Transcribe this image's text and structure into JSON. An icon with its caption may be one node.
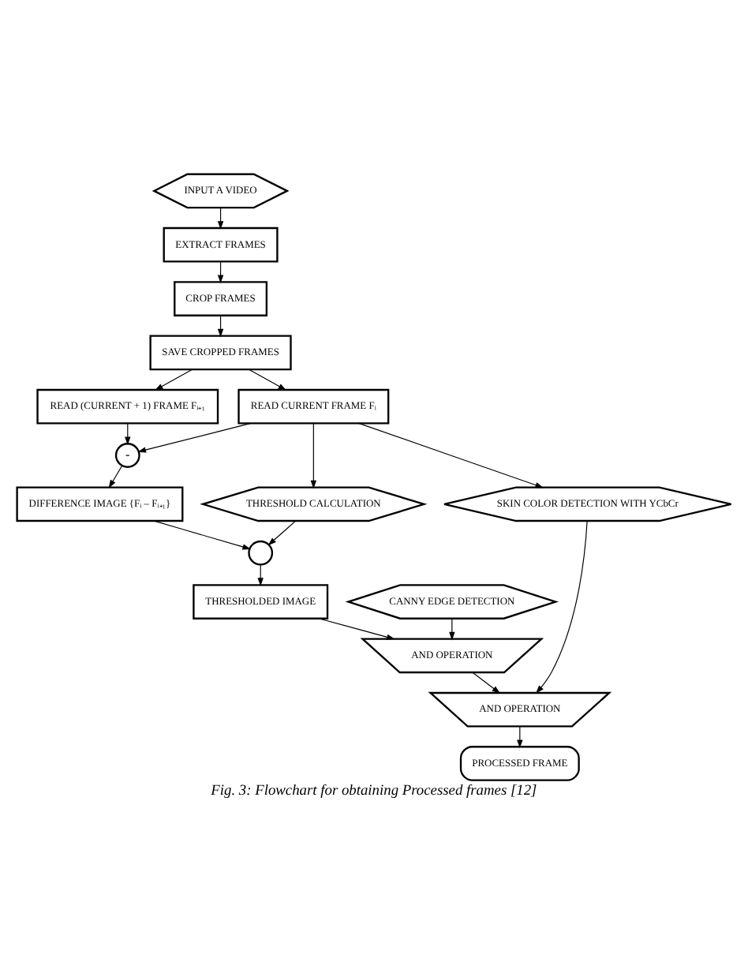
{
  "diagram": {
    "caption": "Fig. 3: Flowchart for obtaining Processed frames [12]",
    "nodes": [
      {
        "text": [
          "INPUT A VIDEO"
        ]
      },
      {
        "text": [
          "EXTRACT FRAMES"
        ]
      },
      {
        "text": [
          "CROP FRAMES"
        ]
      },
      {
        "text": [
          "SAVE CROPPED FRAMES"
        ]
      },
      {
        "text": [
          "READ CURRENT FRAME Fᵢ"
        ]
      },
      {
        "text": [
          "READ (CURRENT + 1) FRAME Fᵢ₊₁"
        ]
      },
      {
        "text": [
          "-"
        ]
      },
      {
        "text": [
          "THRESHOLD CALCULATION"
        ]
      },
      {
        "text": [
          "DIFFERENCE IMAGE {Fᵢ – Fᵢ₊₁}"
        ]
      },
      {
        "text": [],
        "shape": "circle"
      },
      {
        "text": [
          "CANNY EDGE DETECTION"
        ]
      },
      {
        "text": [
          "THRESHOLDED IMAGE"
        ]
      },
      {
        "text": [
          "SKIN COLOR DETECTION WITH YCbCr"
        ]
      },
      {
        "text": [
          "AND OPERATION"
        ]
      },
      {
        "text": [
          "AND OPERATION"
        ]
      },
      {
        "text": [
          "PROCESSED FRAME"
        ]
      }
    ],
    "edges": [
      {
        "from": 0,
        "to": 1,
        "arrow": "to"
      },
      {
        "from": 1,
        "to": 2,
        "arrow": "to"
      },
      {
        "from": 2,
        "to": 3,
        "arrow": "to"
      },
      {
        "from": 3,
        "to": 4,
        "arrow": "to"
      },
      {
        "from": 3,
        "to": 5,
        "arrow": "to"
      },
      {
        "from": 4,
        "to": 7,
        "arrow": "to"
      },
      {
        "from": 4,
        "to": 6,
        "arrow": "to"
      },
      {
        "from": 5,
        "to": 6,
        "arrow": "to"
      },
      {
        "from": 6,
        "to": 8,
        "arrow": "to"
      },
      {
        "from": 7,
        "to": 9,
        "arrow": "to"
      },
      {
        "from": 8,
        "to": 9,
        "arrow": "to"
      },
      {
        "from": 9,
        "to": 11,
        "arrow": "to"
      },
      {
        "from": 10,
        "to": 13,
        "arrow": "to"
      },
      {
        "from": 11,
        "to": 13,
        "arrow": "to"
      },
      {
        "from": 4,
        "to": 12,
        "arrow": "to"
      },
      {
        "from": 12,
        "to": 14,
        "arrow": "to"
      },
      {
        "from": 13,
        "to": 14,
        "arrow": "to"
      },
      {
        "from": 14,
        "to": 15,
        "arrow": "to"
      }
    ]
  }
}
